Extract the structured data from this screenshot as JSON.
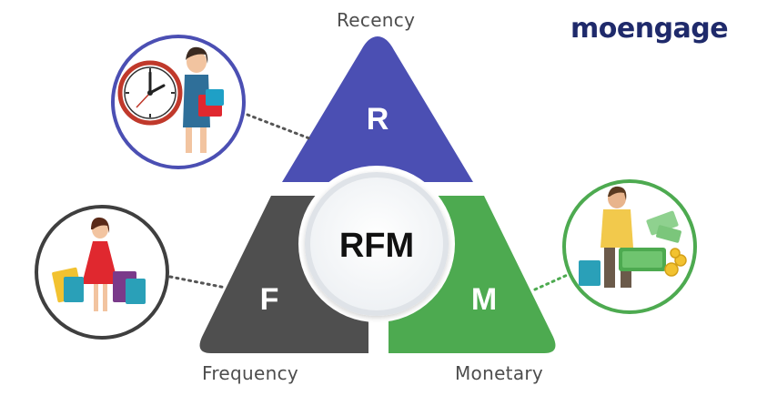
{
  "brand": {
    "name": "moengage"
  },
  "center": {
    "text": "RFM"
  },
  "segments": {
    "recency": {
      "letter": "R",
      "label": "Recency",
      "color": "#4b4fb3"
    },
    "frequency": {
      "letter": "F",
      "label": "Frequency",
      "color": "#4f4f4f"
    },
    "monetary": {
      "letter": "M",
      "label": "Monetary",
      "color": "#4daa50"
    }
  },
  "illustrations": {
    "recency": {
      "subject": "woman-with-clock-and-shopping-bag",
      "ring_color": "#4b4fb3"
    },
    "frequency": {
      "subject": "woman-in-red-dress-with-shopping-bags",
      "ring_color": "#3f3f3f"
    },
    "monetary": {
      "subject": "man-with-money-and-coins",
      "ring_color": "#4daa50"
    }
  },
  "colors": {
    "connector": "#555555",
    "center_ring": "#dfe3e8"
  }
}
